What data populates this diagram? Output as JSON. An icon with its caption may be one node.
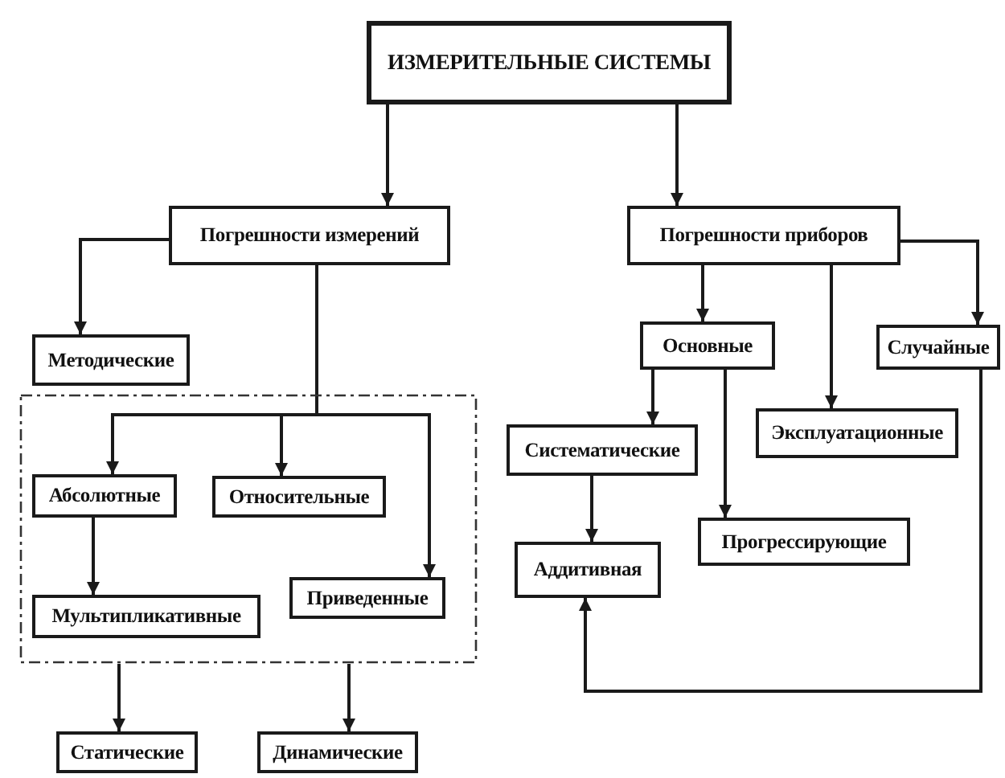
{
  "diagram": {
    "nodes": [
      {
        "text": [
          "ИЗМЕРИТЕЛЬНЫЕ СИСТЕМЫ"
        ]
      },
      {
        "text": [
          "Погрешности измерений"
        ]
      },
      {
        "text": [
          "Погрешности приборов"
        ]
      },
      {
        "text": [
          "Методические"
        ]
      },
      {
        "text": [
          "Основные"
        ]
      },
      {
        "text": [
          "Случайные"
        ]
      },
      {
        "text": [
          "Эксплуатационные"
        ]
      },
      {
        "text": [],
        "shape": "box"
      },
      {
        "text": [
          "Абсолютные"
        ],
        "in": 7
      },
      {
        "text": [
          "Относительные"
        ],
        "in": 7
      },
      {
        "text": [
          "Систематические"
        ]
      },
      {
        "text": [
          "Прогрессирующие"
        ]
      },
      {
        "text": [
          "Мультипликативные"
        ],
        "in": 7
      },
      {
        "text": [
          "Приведенные"
        ],
        "in": 7
      },
      {
        "text": [
          "Аддитивная"
        ]
      },
      {
        "text": [
          "Статические"
        ]
      },
      {
        "text": [
          "Динамические"
        ]
      }
    ],
    "edges": [
      {
        "from": 0,
        "to": 1,
        "arrow": "to"
      },
      {
        "from": 0,
        "to": 2,
        "arrow": "to"
      },
      {
        "from": 1,
        "to": 3,
        "arrow": "to"
      },
      {
        "from": 1,
        "to": 8,
        "arrow": "to"
      },
      {
        "from": 1,
        "to": 9,
        "arrow": "to"
      },
      {
        "from": 1,
        "to": 13,
        "arrow": "to"
      },
      {
        "from": 2,
        "to": 4,
        "arrow": "to"
      },
      {
        "from": 2,
        "to": 6,
        "arrow": "to"
      },
      {
        "from": 2,
        "to": 5,
        "arrow": "to"
      },
      {
        "from": 4,
        "to": 10,
        "arrow": "to"
      },
      {
        "from": 4,
        "to": 11,
        "arrow": "to"
      },
      {
        "from": 10,
        "to": 14,
        "arrow": "to"
      },
      {
        "from": 5,
        "to": 14,
        "arrow": "to"
      },
      {
        "from": 8,
        "to": 12,
        "arrow": "to"
      },
      {
        "from": 7,
        "to": 15,
        "arrow": "to"
      },
      {
        "from": 7,
        "to": 16,
        "arrow": "to"
      }
    ]
  }
}
